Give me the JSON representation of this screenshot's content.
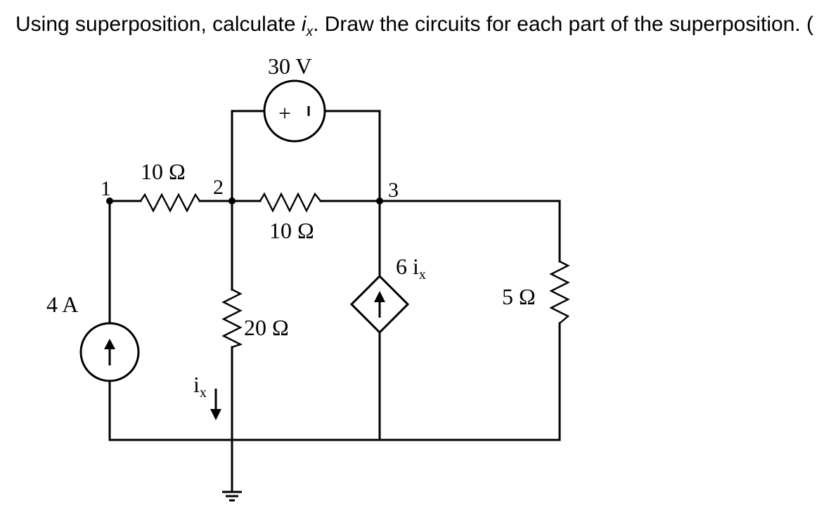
{
  "question": {
    "part1": "Using superposition, calculate ",
    "var_letter": "i",
    "var_sub": "x",
    "part2": ".  Draw the circuits for each part of the superposition. ("
  },
  "circuit": {
    "voltage_source_label": "30 V",
    "voltage_plus": "+",
    "voltage_minus": "ı",
    "node_labels": [
      "1",
      "2",
      "3"
    ],
    "r_1_2_label": "10 Ω",
    "r_2_3_label": "10 Ω",
    "r_vertical_label": "20 Ω",
    "r_right_label": "5 Ω",
    "current_source_label": "4 A",
    "dependent_source_coef": "6 i",
    "dependent_source_sub": "x",
    "ix_letter": "i",
    "ix_sub": "x"
  }
}
